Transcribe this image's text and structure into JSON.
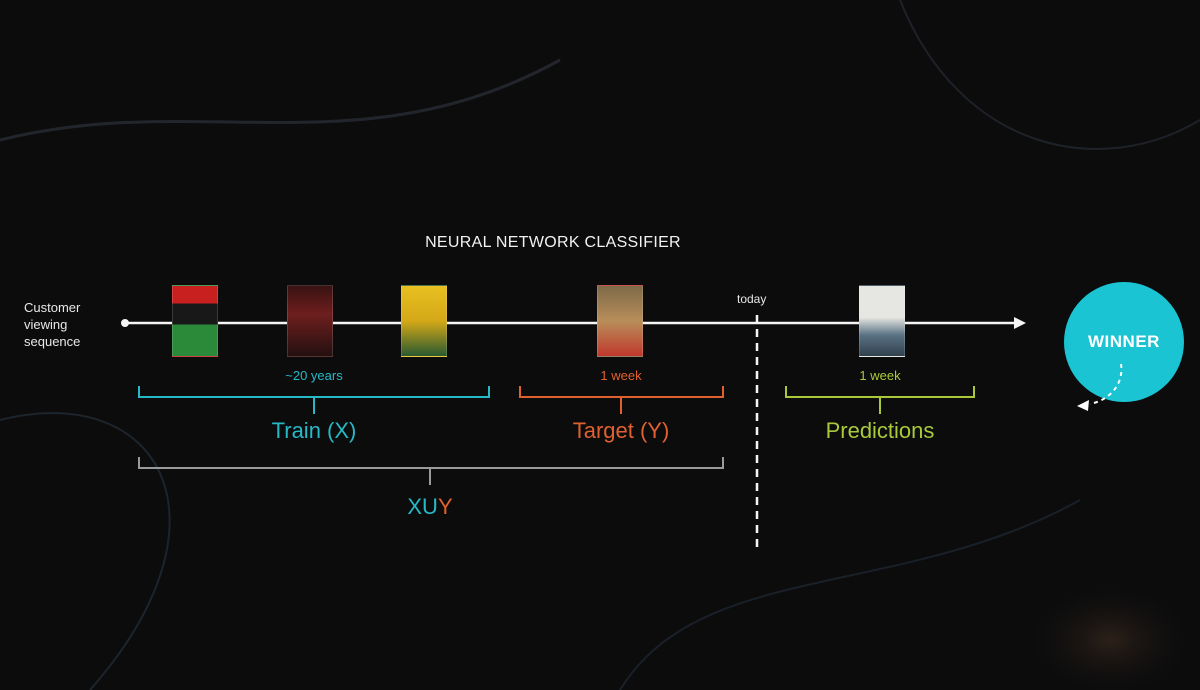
{
  "title": "NEURAL NETWORK CLASSIFIER",
  "sequence_label": "Customer viewing sequence",
  "today_label": "today",
  "train": {
    "span": "~20 years",
    "label": "Train (X)"
  },
  "target": {
    "span": "1 week",
    "label": "Target (Y)"
  },
  "predictions": {
    "span": "1 week",
    "label": "Predictions"
  },
  "union": {
    "x": "X",
    "u": "U",
    "y": "Y"
  },
  "winner": "WINNER",
  "colors": {
    "train": "#26b9c6",
    "target": "#e0612f",
    "predictions": "#a9c93a",
    "bracket_union": "#9a9a9a",
    "winner": "#1ac4d2",
    "timeline": "#f5f5f5"
  }
}
